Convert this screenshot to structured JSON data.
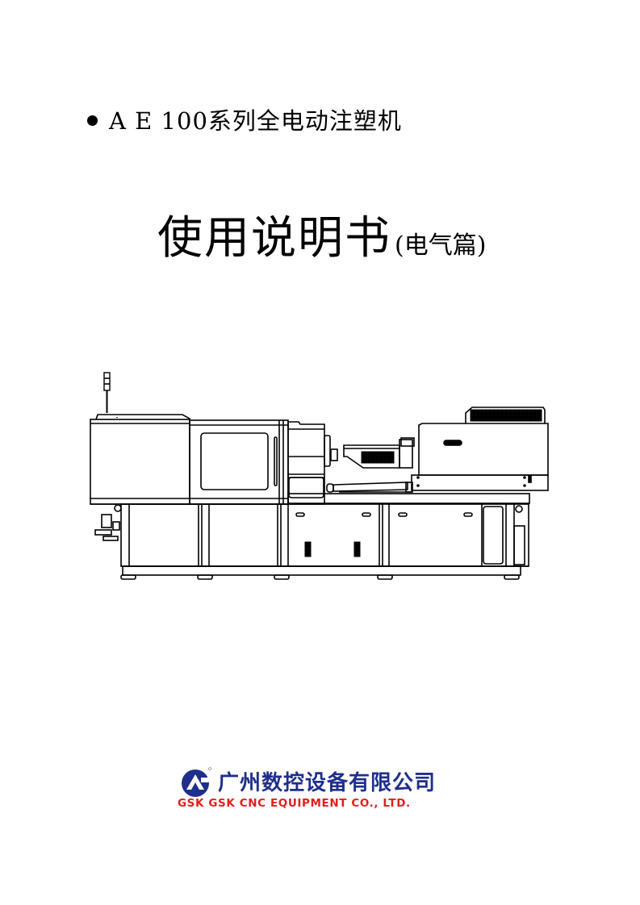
{
  "document": {
    "subtitle": {
      "bullet": "bullet-dot",
      "text": "A E 100系列全电动注塑机"
    },
    "title": {
      "main": "使用说明书",
      "sub": "(电气篇)"
    },
    "illustration": {
      "description": "All-electric injection molding machine side-view line drawing",
      "stroke_color": "#000000"
    },
    "company": {
      "logo_mark": "GSK",
      "name_cn": "广州数控设备有限公司",
      "name_en": "GSK GSK CNC EQUIPMENT CO., LTD.",
      "brand_color": "#1f2f8c",
      "accent_color": "#e0201c"
    }
  }
}
